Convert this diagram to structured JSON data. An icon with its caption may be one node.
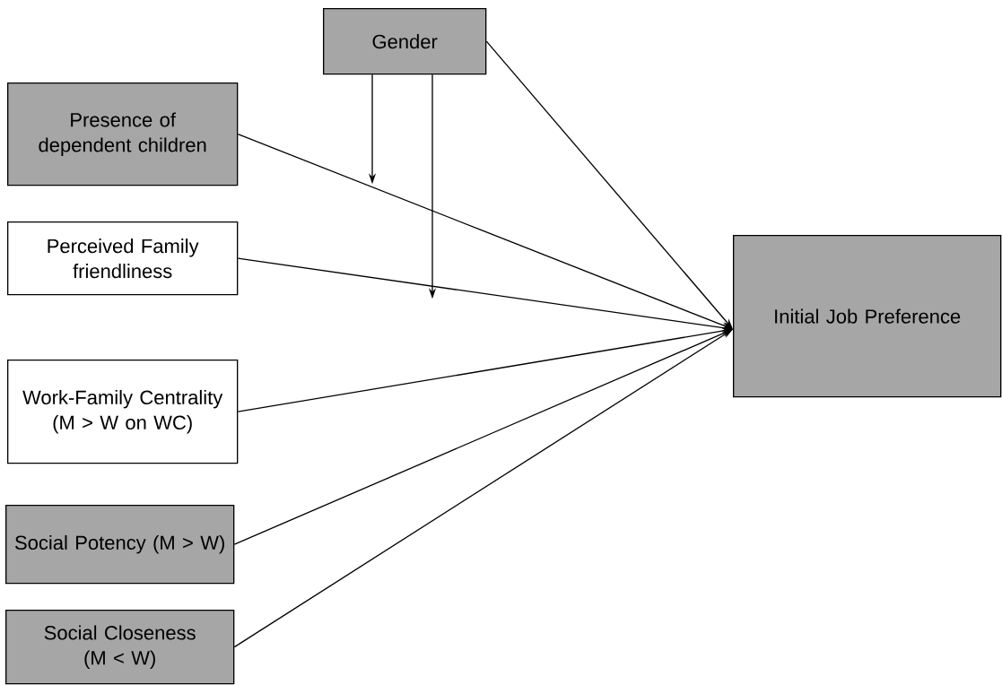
{
  "diagram": {
    "nodes": [
      {
        "text": [
          "Gender"
        ]
      },
      {
        "text": [
          "Presence of dependent children"
        ]
      },
      {
        "text": [
          "Perceived Family friendliness"
        ]
      },
      {
        "text": [
          "Work-Family Centrality (M > W on WC)"
        ]
      },
      {
        "text": [
          "Social Potency (M > W)"
        ]
      },
      {
        "text": [
          "Social Closeness (M < W)"
        ]
      },
      {
        "text": [
          "Initial Job Preference"
        ]
      }
    ],
    "edges": [
      {
        "from": 0,
        "to": null,
        "arrow": "to"
      },
      {
        "from": 0,
        "to": null,
        "arrow": "to"
      },
      {
        "from": 0,
        "to": 6,
        "arrow": "to"
      },
      {
        "from": 1,
        "to": 6,
        "arrow": "to"
      },
      {
        "from": 2,
        "to": 6,
        "arrow": "to"
      },
      {
        "from": 3,
        "to": 6,
        "arrow": "to"
      },
      {
        "from": 4,
        "to": 6,
        "arrow": "to"
      },
      {
        "from": 5,
        "to": 6,
        "arrow": "to"
      }
    ]
  }
}
